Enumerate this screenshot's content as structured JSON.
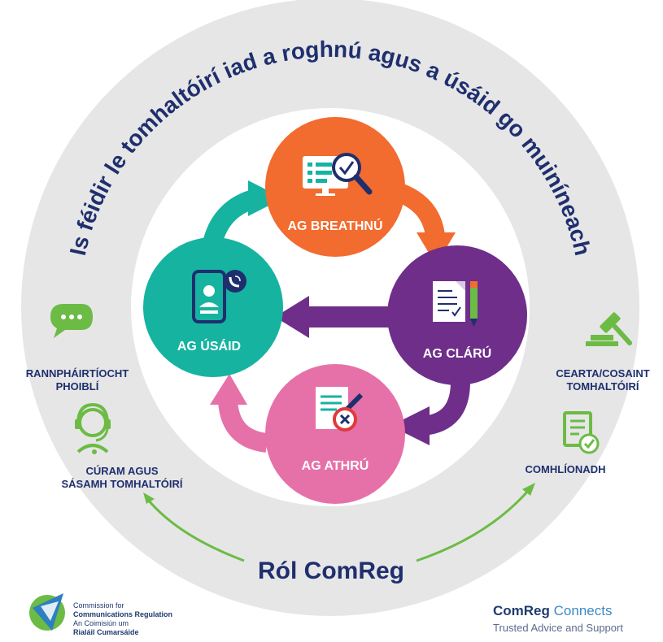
{
  "outer_title": "Is féidir le tomhaltóirí iad a roghnú agus a úsáid go muiníneach",
  "bottom_title": "Ról ComReg",
  "cycle": {
    "top": "AG BREATHNÚ",
    "right": "AG CLÁRÚ",
    "bottom": "AG ATHRÚ",
    "left": "AG ÚSÁID"
  },
  "roles": {
    "participation_line1": "RANNPHÁIRTÍOCHT",
    "participation_line2": "PHOIBLÍ",
    "care_line1": "CÚRAM AGUS",
    "care_line2": "SÁSAMH TOMHALTÓIRÍ",
    "rights_line1": "CEARTA/COSAINT",
    "rights_line2": "TOMHALTÓIRÍ",
    "compliance": "COMHLÍONADH"
  },
  "logo": {
    "line1": "Commission for",
    "line2": "Communications Regulation",
    "line3": "An Coimisiún um",
    "line4": "Rialáil Cumarsáide"
  },
  "connects": {
    "brand": "ComReg",
    "suffix": "Connects",
    "tagline": "Trusted Advice and Support"
  },
  "colors": {
    "ring": "#e6e6e6",
    "navy": "#1f2f6e",
    "orange": "#f26b2f",
    "purple": "#6e2e8a",
    "pink": "#e671a9",
    "teal": "#16b3a1",
    "green": "#6cbb45"
  }
}
